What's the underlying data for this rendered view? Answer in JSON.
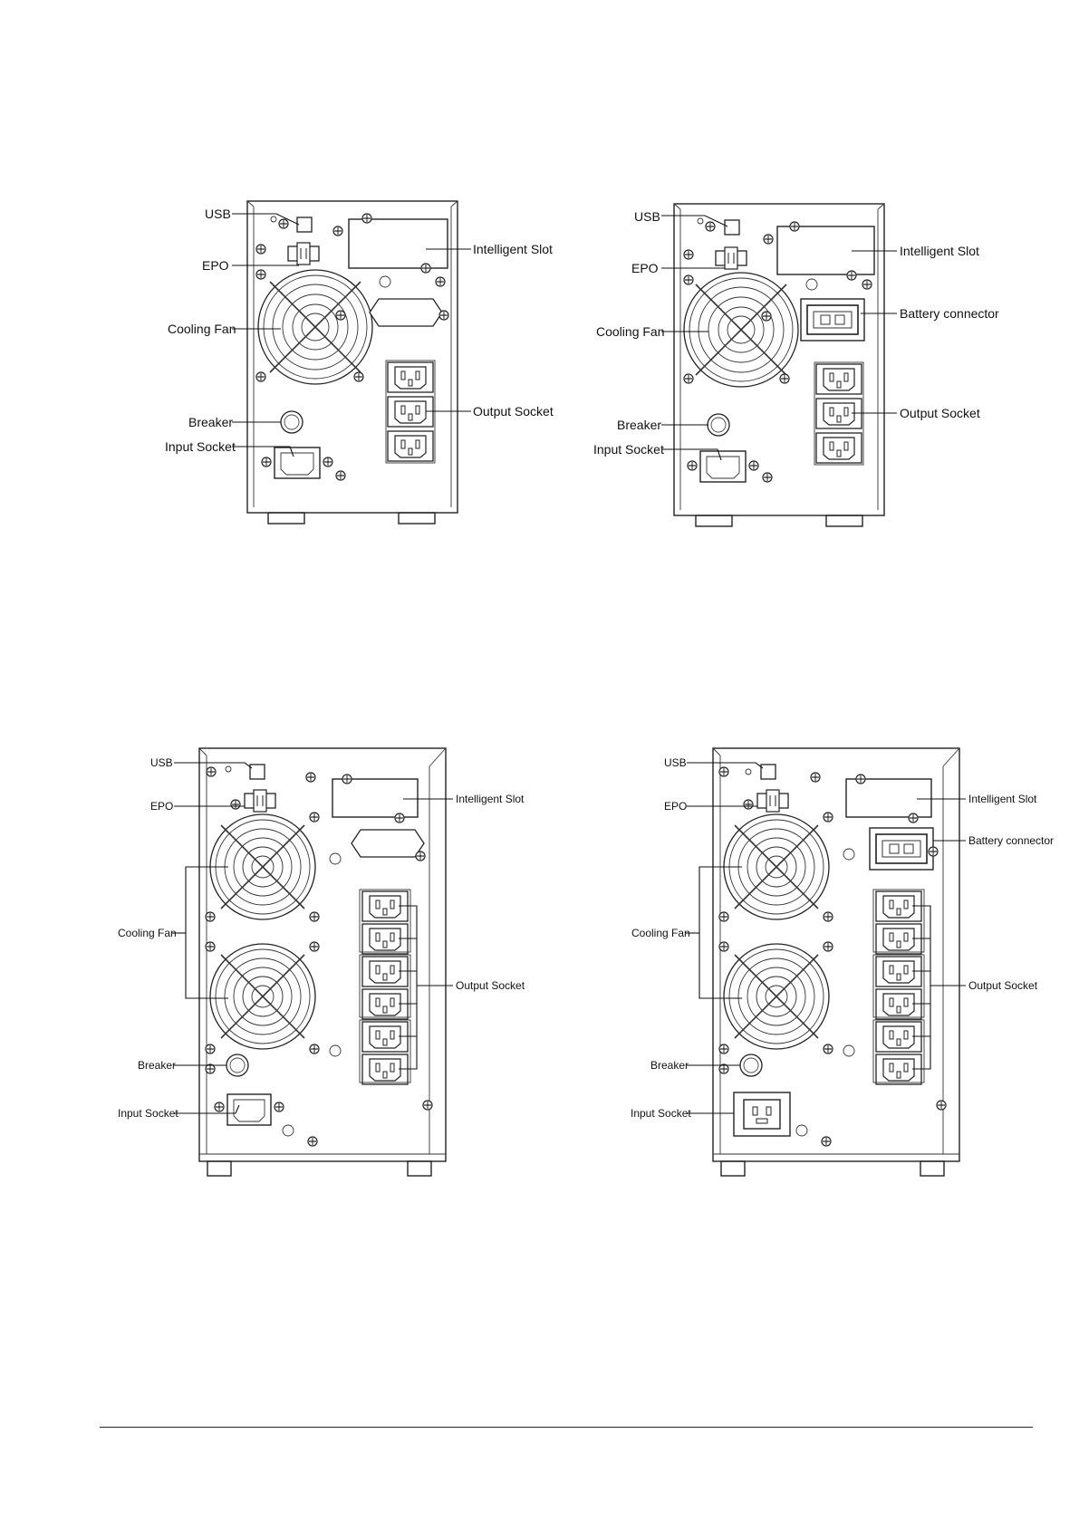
{
  "colors": {
    "line": "#222222",
    "background": "#ffffff"
  },
  "figures": [
    {
      "id": "fig-a",
      "labels": {
        "usb": "USB",
        "epo": "EPO",
        "cooling_fan": "Cooling Fan",
        "breaker": "Breaker",
        "input_socket": "Input Socket",
        "intelligent_slot": "Intelligent Slot",
        "output_socket": "Output Socket"
      }
    },
    {
      "id": "fig-b",
      "labels": {
        "usb": "USB",
        "epo": "EPO",
        "cooling_fan": "Cooling Fan",
        "breaker": "Breaker",
        "input_socket": "Input Socket",
        "intelligent_slot": "Intelligent Slot",
        "battery_connector": "Battery connector",
        "output_socket": "Output Socket"
      }
    },
    {
      "id": "fig-c",
      "labels": {
        "usb": "USB",
        "epo": "EPO",
        "cooling_fan": "Cooling Fan",
        "breaker": "Breaker",
        "input_socket": "Input Socket",
        "intelligent_slot": "Intelligent Slot",
        "output_socket": "Output Socket"
      }
    },
    {
      "id": "fig-d",
      "labels": {
        "usb": "USB",
        "epo": "EPO",
        "cooling_fan": "Cooling Fan",
        "breaker": "Breaker",
        "input_socket": "Input Socket",
        "intelligent_slot": "Intelligent Slot",
        "battery_connector": "Battery connector",
        "output_socket": "Output Socket"
      }
    }
  ]
}
